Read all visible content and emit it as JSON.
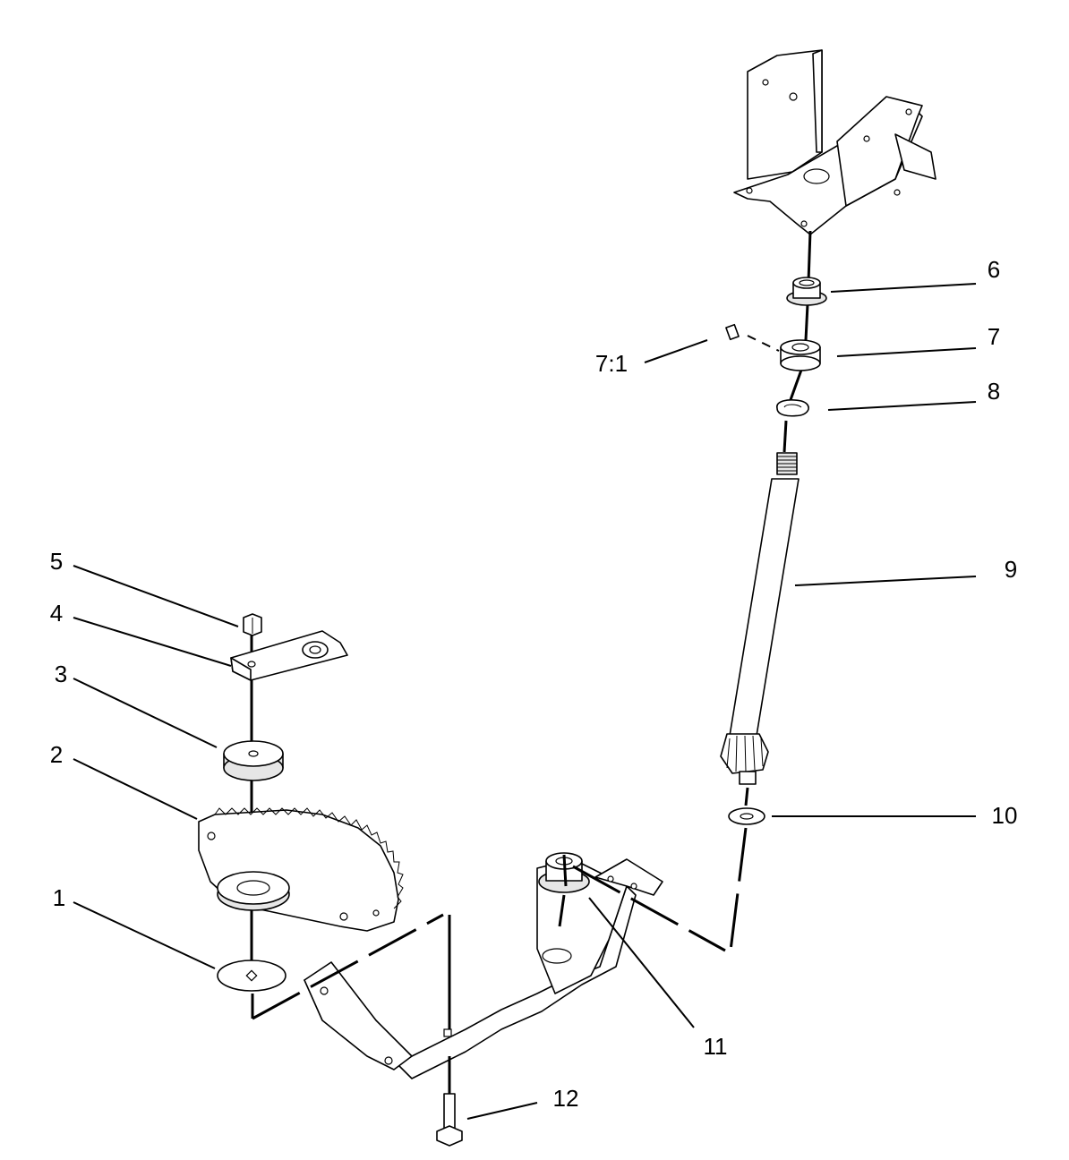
{
  "callouts": [
    {
      "id": "1",
      "text": "1"
    },
    {
      "id": "2",
      "text": "2"
    },
    {
      "id": "3",
      "text": "3"
    },
    {
      "id": "4",
      "text": "4"
    },
    {
      "id": "5",
      "text": "5"
    },
    {
      "id": "6",
      "text": "6"
    },
    {
      "id": "7",
      "text": "7"
    },
    {
      "id": "7-1",
      "text": "7:1"
    },
    {
      "id": "8",
      "text": "8"
    },
    {
      "id": "9",
      "text": "9"
    },
    {
      "id": "10",
      "text": "10"
    },
    {
      "id": "11",
      "text": "11"
    },
    {
      "id": "12",
      "text": "12"
    }
  ]
}
